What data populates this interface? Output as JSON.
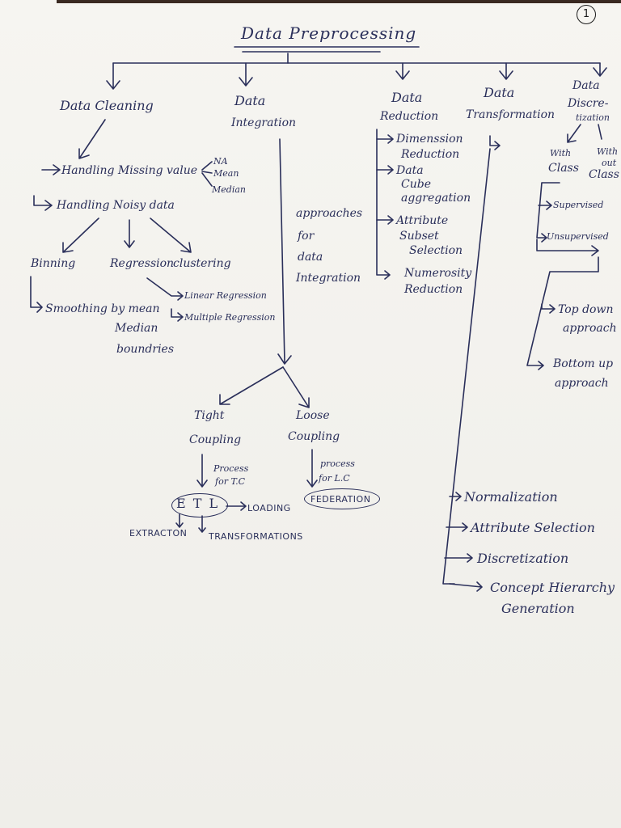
{
  "page_number": "1",
  "title": "Data Preprocessing",
  "branches": {
    "cleaning": {
      "label": "Data Cleaning",
      "missing": "Handling Missing value",
      "missing_options": [
        "NA",
        "Mean",
        "Median"
      ],
      "noisy": "Handling Noisy data",
      "methods": [
        "Binning",
        "Regression",
        "clustering"
      ],
      "binning_detail": [
        "Smoothing by mean",
        "Median",
        "boundries"
      ],
      "regression_types": [
        "Linear Regression",
        "Multiple Regression"
      ]
    },
    "integration": {
      "label_line1": "Data",
      "label_line2": "Integration",
      "approaches": [
        "approaches",
        "for",
        "data",
        "Integration"
      ],
      "tight": [
        "Tight",
        "Coupling"
      ],
      "loose": [
        "Loose",
        "Coupling"
      ],
      "tight_process": [
        "Process",
        "for T.C"
      ],
      "loose_process": [
        "process",
        "for L.C"
      ],
      "etl": "E T L",
      "loading": "LOADING",
      "extraction": "EXTRACTON",
      "transformations": "TRANSFORMATIONS",
      "federation": "FEDERATION"
    },
    "reduction": {
      "label_line1": "Data",
      "label_line2": "Reduction",
      "items": [
        [
          "Dimenssion",
          "Reduction"
        ],
        [
          "Data",
          "Cube",
          "aggregation"
        ],
        [
          "Attribute",
          "Subset",
          "Selection"
        ],
        [
          "Numerosity",
          "Reduction"
        ]
      ]
    },
    "transformation": {
      "label_line1": "Data",
      "label_line2": "Transformation",
      "items": [
        "Normalization",
        "Attribute Selection",
        "Discretization",
        "Concept Hierarchy",
        "Generation"
      ]
    },
    "discretization": {
      "label_line1": "Data",
      "label_line2": "Discre-",
      "label_line3": "tization",
      "with_class": [
        "With",
        "Class"
      ],
      "without_class": [
        "With",
        "out",
        "Class"
      ],
      "supervised": "Supervised",
      "unsupervised": "Unsupervised",
      "top_down": [
        "Top down",
        "approach"
      ],
      "bottom_up": [
        "Bottom up",
        "approach"
      ]
    }
  },
  "colors": {
    "ink": "#2a2f5a",
    "paper": "#f3f2ee"
  }
}
